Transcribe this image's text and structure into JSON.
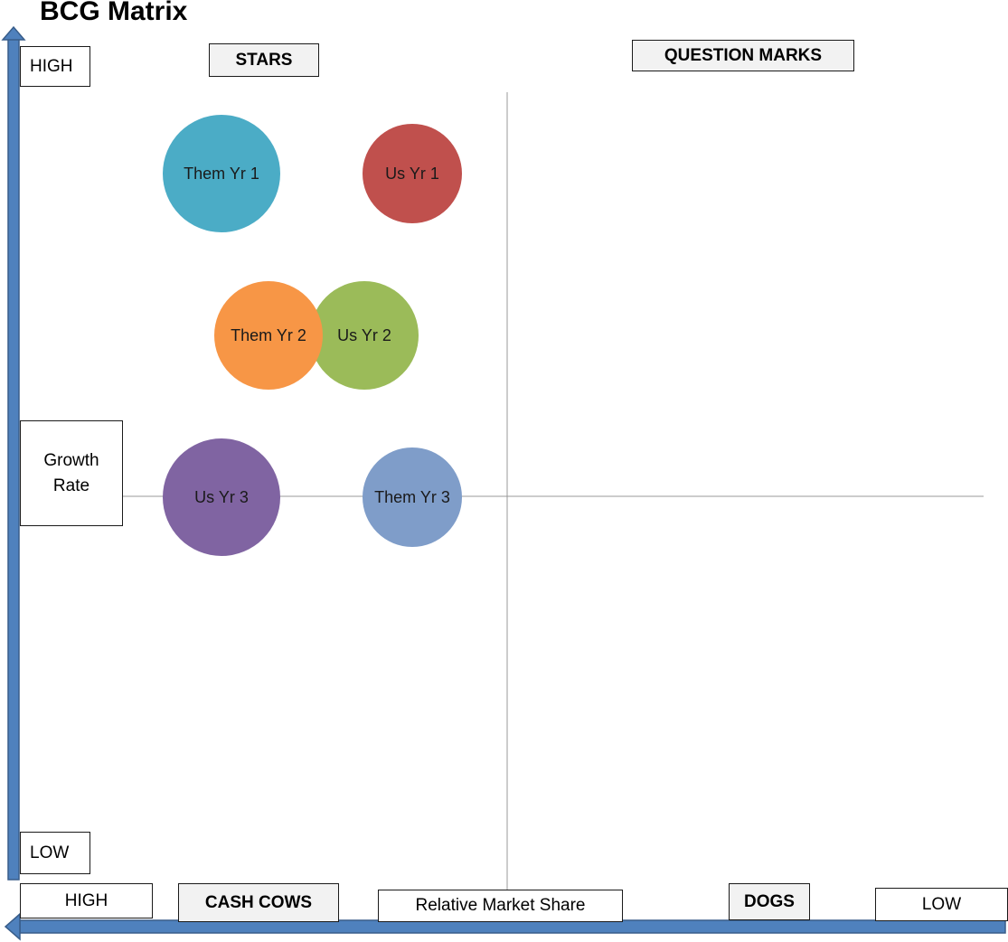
{
  "title": "BCG Matrix",
  "quadrants": {
    "stars": "STARS",
    "question_marks": "QUESTION MARKS",
    "cash_cows": "CASH COWS",
    "dogs": "DOGS"
  },
  "y_axis": {
    "high": "HIGH",
    "low": "LOW",
    "label_line1": "Growth",
    "label_line2": "Rate"
  },
  "x_axis": {
    "high": "HIGH",
    "low": "LOW",
    "label": "Relative Market Share"
  },
  "colors": {
    "axis_arrow": "#4f81bd",
    "divider": "#999999"
  },
  "bubbles": [
    {
      "label": "Them Yr 1",
      "color": "#4bacc6"
    },
    {
      "label": "Us Yr 1",
      "color": "#c0504d"
    },
    {
      "label": "Them Yr 2",
      "color": "#f79646"
    },
    {
      "label": "Us Yr 2",
      "color": "#9bbb59"
    },
    {
      "label": "Us Yr 3",
      "color": "#8064a2"
    },
    {
      "label": "Them Yr 3",
      "color": "#7f9dc9"
    }
  ]
}
